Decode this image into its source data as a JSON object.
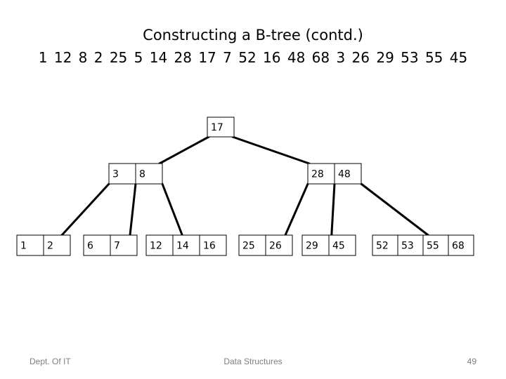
{
  "slide": {
    "title": "Constructing a B-tree (contd.)",
    "sequence": "1 12 8 2 25 5 14 28 17 7 52 16 48 68 3 26 29 53 55 45"
  },
  "tree": {
    "root": {
      "keys": [
        "17"
      ]
    },
    "internal": [
      {
        "keys": [
          "3",
          "8"
        ]
      },
      {
        "keys": [
          "28",
          "48"
        ]
      }
    ],
    "leaves": [
      {
        "keys": [
          "1",
          "2"
        ]
      },
      {
        "keys": [
          "6",
          "7"
        ]
      },
      {
        "keys": [
          "12",
          "14",
          "16"
        ]
      },
      {
        "keys": [
          "25",
          "26"
        ]
      },
      {
        "keys": [
          "29",
          "45"
        ]
      },
      {
        "keys": [
          "52",
          "53",
          "55",
          "68"
        ]
      }
    ]
  },
  "footer": {
    "left": "Dept. Of IT",
    "center": "Data Structures",
    "right": "49"
  }
}
